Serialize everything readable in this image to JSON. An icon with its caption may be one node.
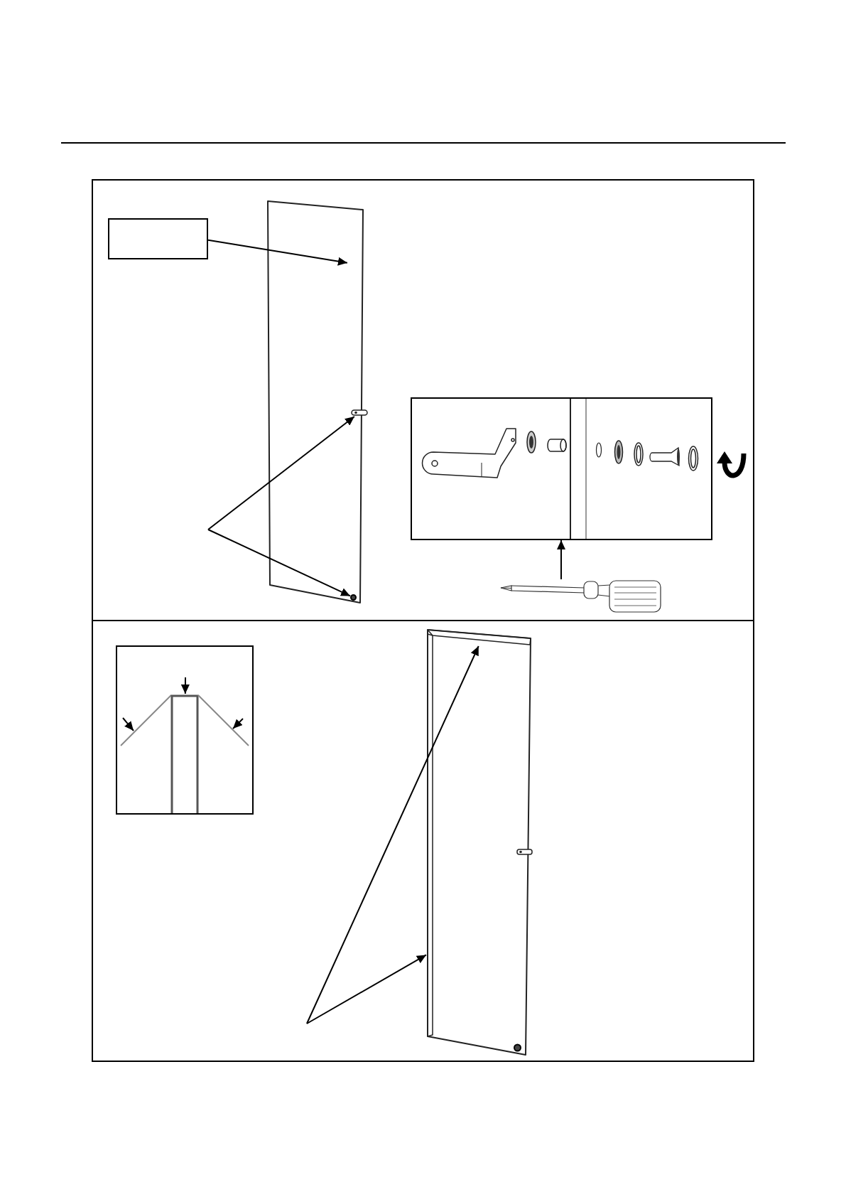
{
  "diagram": {
    "nodes": [
      {
        "text": [],
        "shape": "box"
      },
      {
        "text": [],
        "shape": "picture"
      },
      {
        "text": [],
        "shape": "picture",
        "in": 1
      },
      {
        "text": [],
        "shape": "circle",
        "in": 1
      },
      {
        "text": [],
        "shape": "picture"
      },
      {
        "text": [],
        "shape": "picture"
      },
      {
        "text": [],
        "shape": "box"
      },
      {
        "text": [],
        "shape": "picture",
        "in": 6
      },
      {
        "text": [],
        "shape": "picture",
        "in": 6
      },
      {
        "text": [],
        "shape": "picture",
        "in": 6
      },
      {
        "text": [],
        "shape": "picture"
      },
      {
        "text": [],
        "shape": "bar",
        "in": 10
      },
      {
        "text": [],
        "shape": "bar",
        "in": 10
      }
    ],
    "edges": [
      {
        "from": 0,
        "to": 1,
        "arrow": "to"
      },
      {
        "from": null,
        "to": 2,
        "arrow": "to"
      },
      {
        "from": null,
        "to": 3,
        "arrow": "to"
      },
      {
        "from": 5,
        "to": 4,
        "arrow": "to"
      },
      {
        "from": null,
        "to": 7,
        "arrow": "to"
      },
      {
        "from": null,
        "to": 8,
        "arrow": "to"
      },
      {
        "from": null,
        "to": 9,
        "arrow": "to"
      },
      {
        "from": null,
        "to": 11,
        "arrow": "to"
      },
      {
        "from": null,
        "to": 12,
        "arrow": "to"
      }
    ]
  }
}
